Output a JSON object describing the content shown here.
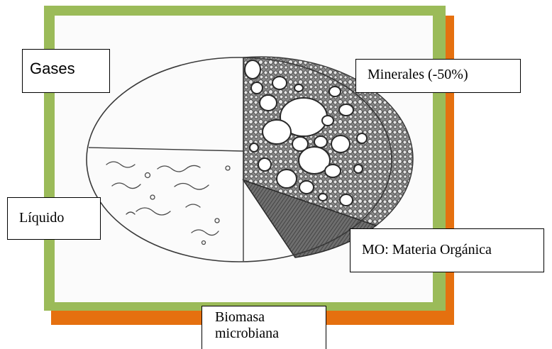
{
  "diagram": {
    "labels": {
      "gases": "Gases",
      "minerales": "Minerales (-50%)",
      "liquido": "Líquido",
      "materia_organica": "MO: Materia Orgánica",
      "biomasa_line1": "Biomasa",
      "biomasa_line2": "microbiana"
    },
    "colors": {
      "green_frame": "#9bbb59",
      "orange_frame": "#e5700f",
      "pencil": "#3a3a3a",
      "organic_matter": "#555555"
    }
  }
}
